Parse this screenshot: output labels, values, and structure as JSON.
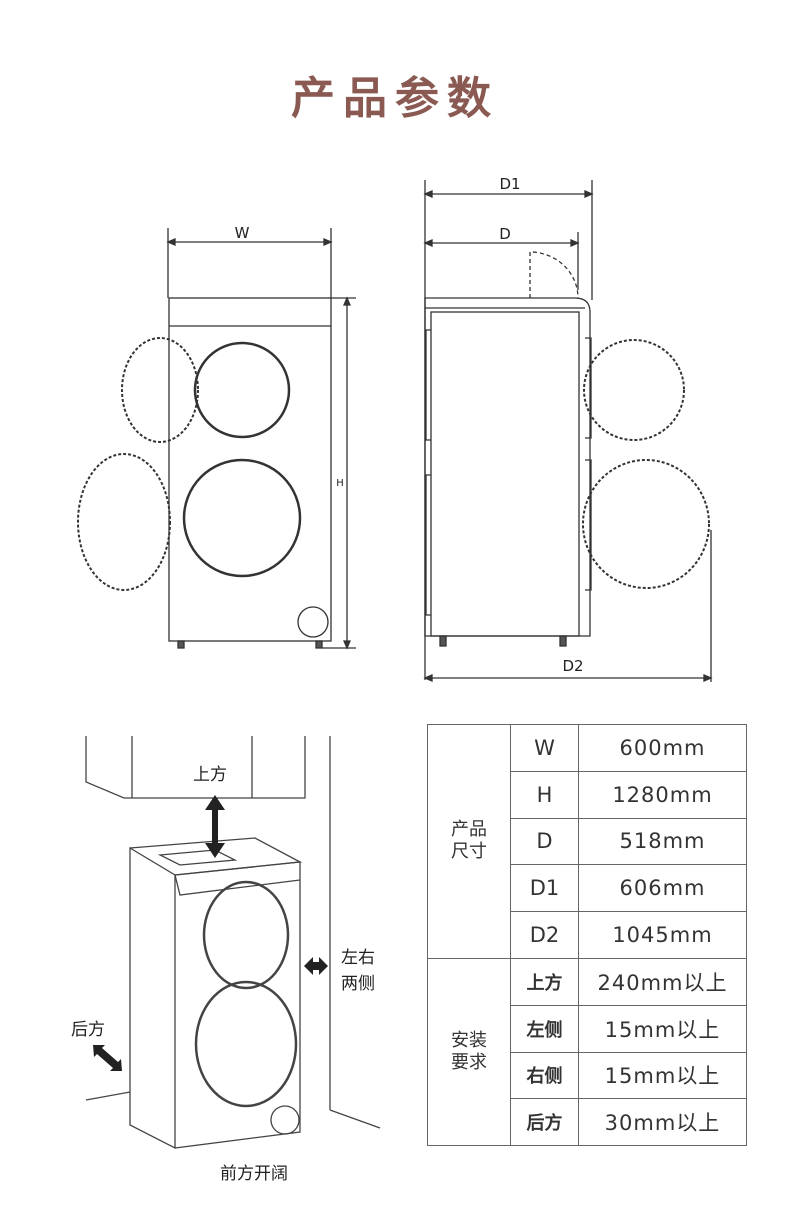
{
  "title": "产品参数",
  "front_view": {
    "width_label": "W",
    "height_label": "H"
  },
  "side_view": {
    "d1_label": "D1",
    "d_label": "D",
    "d2_label": "D2"
  },
  "install_diagram": {
    "top": "上方",
    "sides_line1": "左右",
    "sides_line2": "两侧",
    "back": "后方",
    "front": "前方开阔"
  },
  "spec_table": {
    "groups": [
      {
        "label_line1": "产品",
        "label_line2": "尺寸",
        "rows": [
          {
            "key": "W",
            "value": "600mm"
          },
          {
            "key": "H",
            "value": "1280mm"
          },
          {
            "key": "D",
            "value": "518mm"
          },
          {
            "key": "D1",
            "value": "606mm"
          },
          {
            "key": "D2",
            "value": "1045mm"
          }
        ]
      },
      {
        "label_line1": "安装",
        "label_line2": "要求",
        "rows": [
          {
            "key": "上方",
            "value": "240mm以上"
          },
          {
            "key": "左侧",
            "value": "15mm以上"
          },
          {
            "key": "右侧",
            "value": "15mm以上"
          },
          {
            "key": "后方",
            "value": "30mm以上"
          }
        ]
      }
    ]
  },
  "colors": {
    "title": "#8a5a52",
    "line": "#333333"
  }
}
